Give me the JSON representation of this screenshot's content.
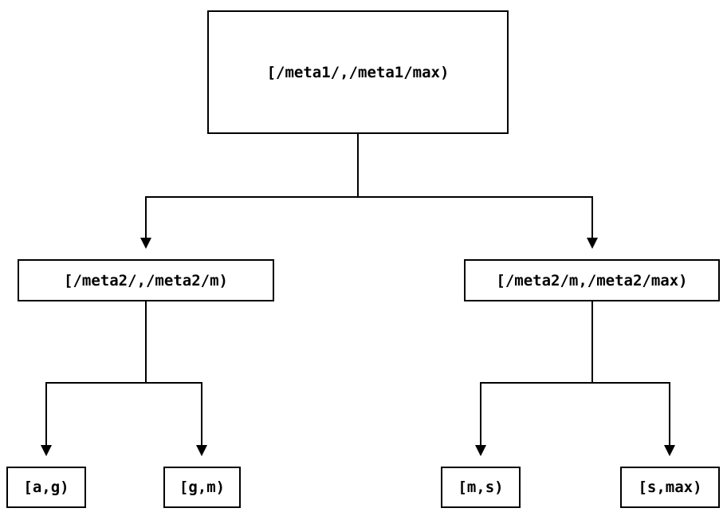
{
  "diagram": {
    "type": "binary-interval-tree",
    "background_color": "#ffffff",
    "line_color": "#000000",
    "box_border_color": "#000000",
    "text_color": "#000000",
    "nodes": {
      "root": {
        "label": "[/meta1/,/meta1/max)"
      },
      "left": {
        "label": "[/meta2/,/meta2/m)"
      },
      "right": {
        "label": "[/meta2/m,/meta2/max)"
      },
      "left_left": {
        "label": "[a,g)"
      },
      "left_right": {
        "label": "[g,m)"
      },
      "right_left": {
        "label": "[m,s)"
      },
      "right_right": {
        "label": "[s,max)"
      }
    },
    "edges": [
      {
        "from": "root",
        "to": "left"
      },
      {
        "from": "root",
        "to": "right"
      },
      {
        "from": "left",
        "to": "left_left"
      },
      {
        "from": "left",
        "to": "left_right"
      },
      {
        "from": "right",
        "to": "right_left"
      },
      {
        "from": "right",
        "to": "right_right"
      }
    ]
  }
}
